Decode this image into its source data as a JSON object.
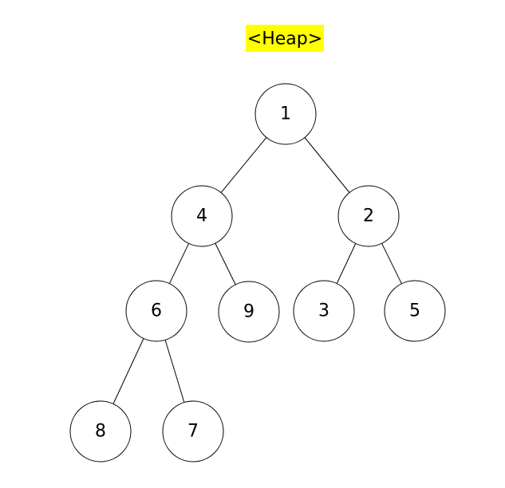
{
  "title": "<Heap>",
  "colors": {
    "title_highlight": "#ffff00",
    "stroke": "#000000",
    "node_fill": "#ffffff"
  },
  "tree": {
    "nodes": [
      {
        "id": "n1",
        "label": "1"
      },
      {
        "id": "n4",
        "label": "4"
      },
      {
        "id": "n2",
        "label": "2"
      },
      {
        "id": "n6",
        "label": "6"
      },
      {
        "id": "n9",
        "label": "9"
      },
      {
        "id": "n3",
        "label": "3"
      },
      {
        "id": "n5",
        "label": "5"
      },
      {
        "id": "n8",
        "label": "8"
      },
      {
        "id": "n7",
        "label": "7"
      }
    ],
    "edges": [
      {
        "from": "n1",
        "to": "n4"
      },
      {
        "from": "n1",
        "to": "n2"
      },
      {
        "from": "n4",
        "to": "n6"
      },
      {
        "from": "n4",
        "to": "n9"
      },
      {
        "from": "n2",
        "to": "n3"
      },
      {
        "from": "n2",
        "to": "n5"
      },
      {
        "from": "n6",
        "to": "n8"
      },
      {
        "from": "n6",
        "to": "n7"
      }
    ]
  }
}
